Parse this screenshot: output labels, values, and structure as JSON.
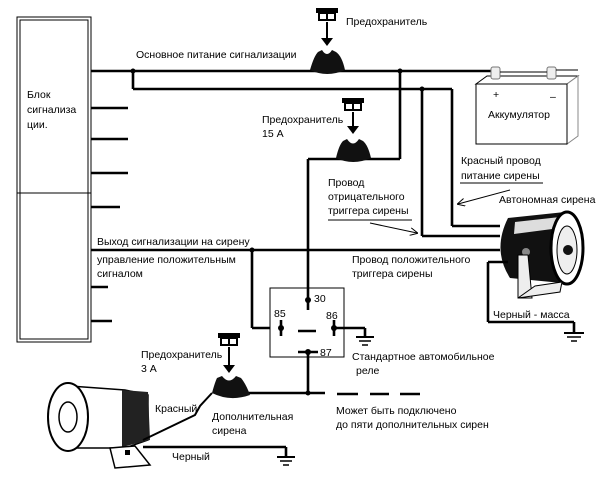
{
  "diagram": {
    "alarm_unit": {
      "label_lines": [
        "Блок",
        "сигнализа",
        "ции."
      ]
    },
    "main_power_label": "Основное питание сигнализации",
    "fuse_main_label": "Предохранитель",
    "fuse_15a_label_lines": [
      "Предохранитель",
      "15 А"
    ],
    "battery": {
      "label": "Аккумулятор",
      "plus": "+",
      "minus": "–"
    },
    "red_wire_label_lines": [
      "Красный провод",
      "питание сирены"
    ],
    "neg_trigger_label_lines": [
      "Провод",
      "отрицательного",
      "триггера сирены"
    ],
    "autonomous_siren_label": "Автономная сирена",
    "output_label": "Выход сигнализации на сирену",
    "positive_control_label_lines": [
      "управление положительным",
      "сигналом"
    ],
    "pos_trigger_label_lines": [
      "Провод положительного",
      "триггера сирены"
    ],
    "black_ground_label": "Черный - масса",
    "relay": {
      "pins": [
        "30",
        "85",
        "86",
        "87"
      ],
      "label_lines": [
        "Стандартное автомобильное",
        "реле"
      ]
    },
    "fuse_3a_label_lines": [
      "Предохранитель",
      "3 А"
    ],
    "extra_siren": {
      "red_label": "Красный",
      "black_label": "Черный",
      "label_lines": [
        "Дополнительная",
        "сирена"
      ]
    },
    "more_sirens_label_lines": [
      "Может быть подключено",
      "до пяти дополнительных сирен"
    ]
  }
}
